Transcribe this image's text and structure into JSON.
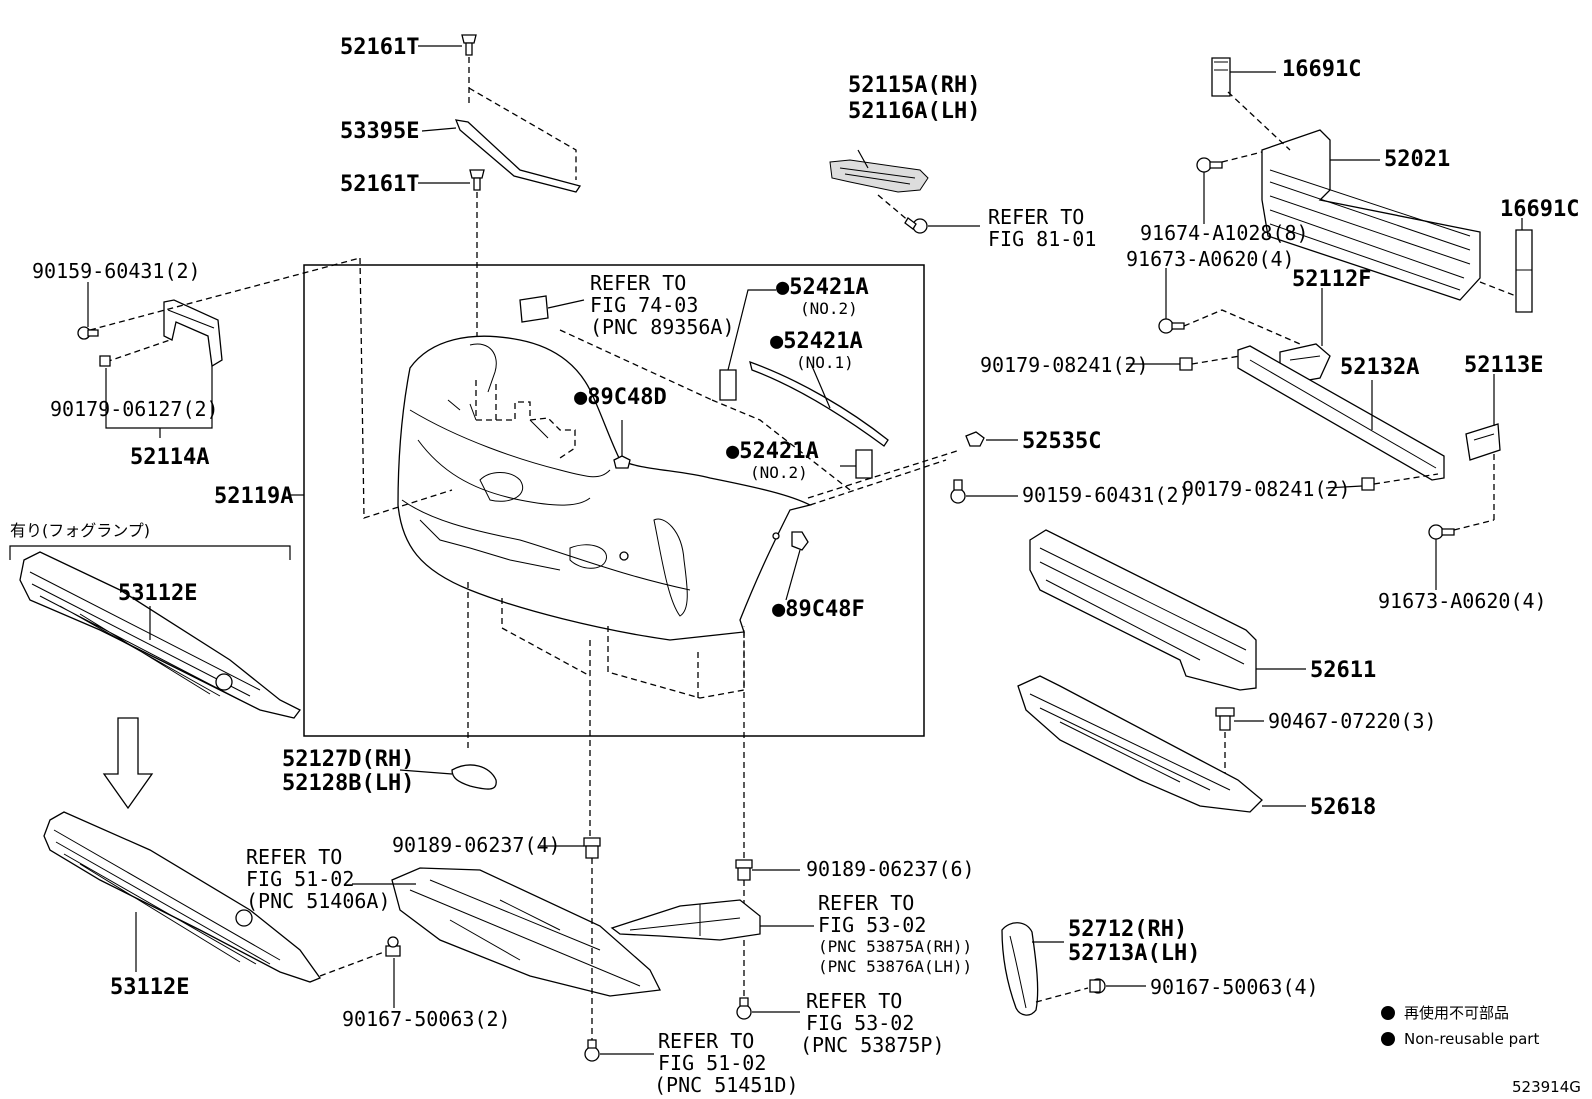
{
  "labels": {
    "p52161T_top": "52161T",
    "p53395E": "53395E",
    "p52161T_mid": "52161T",
    "p52115A": "52115A(RH)",
    "p52116A": "52116A(LH)",
    "ref81_1": "REFER TO",
    "ref81_2": "FIG 81-01",
    "p16691C_top": "16691C",
    "p52021": "52021",
    "p91674": "91674-A1028(8)",
    "p16691C_right": "16691C",
    "p91673_top": "91673-A0620(4)",
    "p52112F": "52112F",
    "p90159_left": "90159-60431(2)",
    "p90179_06127": "90179-06127(2)",
    "p52114A": "52114A",
    "ref74_1": "REFER TO",
    "ref74_2": "FIG 74-03",
    "ref74_3": "(PNC 89356A)",
    "p52421A_1": "●52421A",
    "p52421A_1n": "(NO.2)",
    "p52421A_2": "●52421A",
    "p52421A_2n": "(NO.1)",
    "p89C48D": "●89C48D",
    "p52421A_3": "●52421A",
    "p52421A_3n": "(NO.2)",
    "p90179_08241_a": "90179-08241(2)",
    "p52132A": "52132A",
    "p52113E": "52113E",
    "p52535C": "52535C",
    "p90159_right": "90159-60431(2)",
    "p90179_08241_b": "90179-08241(2)",
    "p52119A": "52119A",
    "fog": "有り(フォグランプ)",
    "p53112E_top": "53112E",
    "p89C48F": "●89C48F",
    "p91673_bot": "91673-A0620(4)",
    "p52611": "52611",
    "p90467": "90467-07220(3)",
    "p52618": "52618",
    "p52127D": "52127D(RH)",
    "p52128B": "52128B(LH)",
    "p90189_4": "90189-06237(4)",
    "ref51_1": "REFER TO",
    "ref51_2": "FIG 51-02",
    "ref51_3": "(PNC 51406A)",
    "p90189_6": "90189-06237(6)",
    "ref53a_1": "REFER TO",
    "ref53a_2": "FIG 53-02",
    "ref53a_3": "(PNC 53875A(RH))",
    "ref53a_4": "(PNC 53876A(LH))",
    "p52712": "52712(RH)",
    "p52713A": "52713A(LH)",
    "p53112E_bot": "53112E",
    "p90167_2": "90167-50063(2)",
    "p90167_4": "90167-50063(4)",
    "ref53b_1": "REFER TO",
    "ref53b_2": "FIG 53-02",
    "ref53b_3": "(PNC 53875P)",
    "ref51b_1": "REFER TO",
    "ref51b_2": "FIG 51-02",
    "ref51b_3": "(PNC 51451D)",
    "legend_jp": "再使用不可部品",
    "legend_en": "Non-reusable part",
    "code": "523914G"
  }
}
